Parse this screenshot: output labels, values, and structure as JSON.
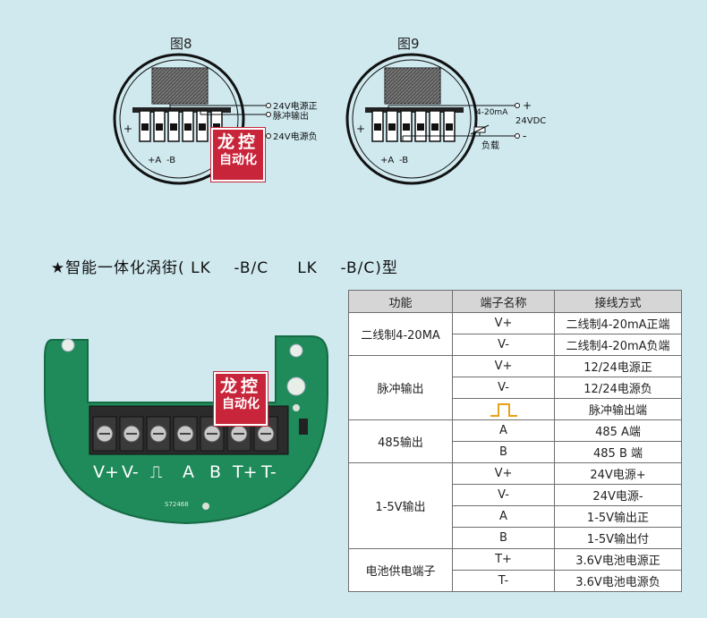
{
  "figures": {
    "fig8": {
      "title": "图8",
      "labels": [
        "24V电源正",
        "脉冲输出",
        "24V电源负"
      ],
      "bottom_labels": [
        "+A",
        "-B"
      ]
    },
    "fig9": {
      "title": "图9",
      "labels": [
        "4-20mA",
        "24VDC",
        "负载"
      ],
      "signs": [
        "+",
        "-"
      ],
      "bottom_labels": [
        "+A",
        "-B"
      ]
    }
  },
  "stamp": {
    "line1": "龙控",
    "line2": "自动化"
  },
  "headline": {
    "star": "★",
    "text": "智能一体化涡街(",
    "model1": "LK",
    "suffix1": "-B/C",
    "model2": "LK",
    "suffix2": "-B/C)型"
  },
  "board": {
    "terminal_labels": [
      "V+",
      "V-",
      "⎍",
      "A",
      "B",
      "T+",
      "T-"
    ],
    "code": "S72468"
  },
  "table": {
    "headers": [
      "功能",
      "端子名称",
      "接线方式"
    ],
    "groups": [
      {
        "function": "二线制4-20MA",
        "rows": [
          {
            "terminal": "V+",
            "wiring": "二线制4-20mA正端"
          },
          {
            "terminal": "V-",
            "wiring": "二线制4-20mA负端"
          }
        ]
      },
      {
        "function": "脉冲输出",
        "rows": [
          {
            "terminal": "V+",
            "wiring": "12/24电源正"
          },
          {
            "terminal": "V-",
            "wiring": "12/24电源负"
          },
          {
            "terminal": "",
            "wiring": "脉冲输出端"
          }
        ]
      },
      {
        "function": "485输出",
        "rows": [
          {
            "terminal": "A",
            "wiring": "485 A端"
          },
          {
            "terminal": "B",
            "wiring": "485 B 端"
          }
        ]
      },
      {
        "function": "1-5V输出",
        "rows": [
          {
            "terminal": "V+",
            "wiring": "24V电源+"
          },
          {
            "terminal": "V-",
            "wiring": "24V电源-"
          },
          {
            "terminal": "A",
            "wiring": "1-5V输出正"
          },
          {
            "terminal": "B",
            "wiring": "1-5V输出付"
          }
        ]
      },
      {
        "function": "电池供电端子",
        "rows": [
          {
            "terminal": "T+",
            "wiring": "3.6V电池电源正"
          },
          {
            "terminal": "T-",
            "wiring": "3.6V电池电源负"
          }
        ]
      }
    ]
  },
  "colors": {
    "background": "#cfe9ef",
    "board_green": "#1f8a5a",
    "stamp_red": "#c8253a",
    "pulse_symbol": "#e6a21a"
  }
}
